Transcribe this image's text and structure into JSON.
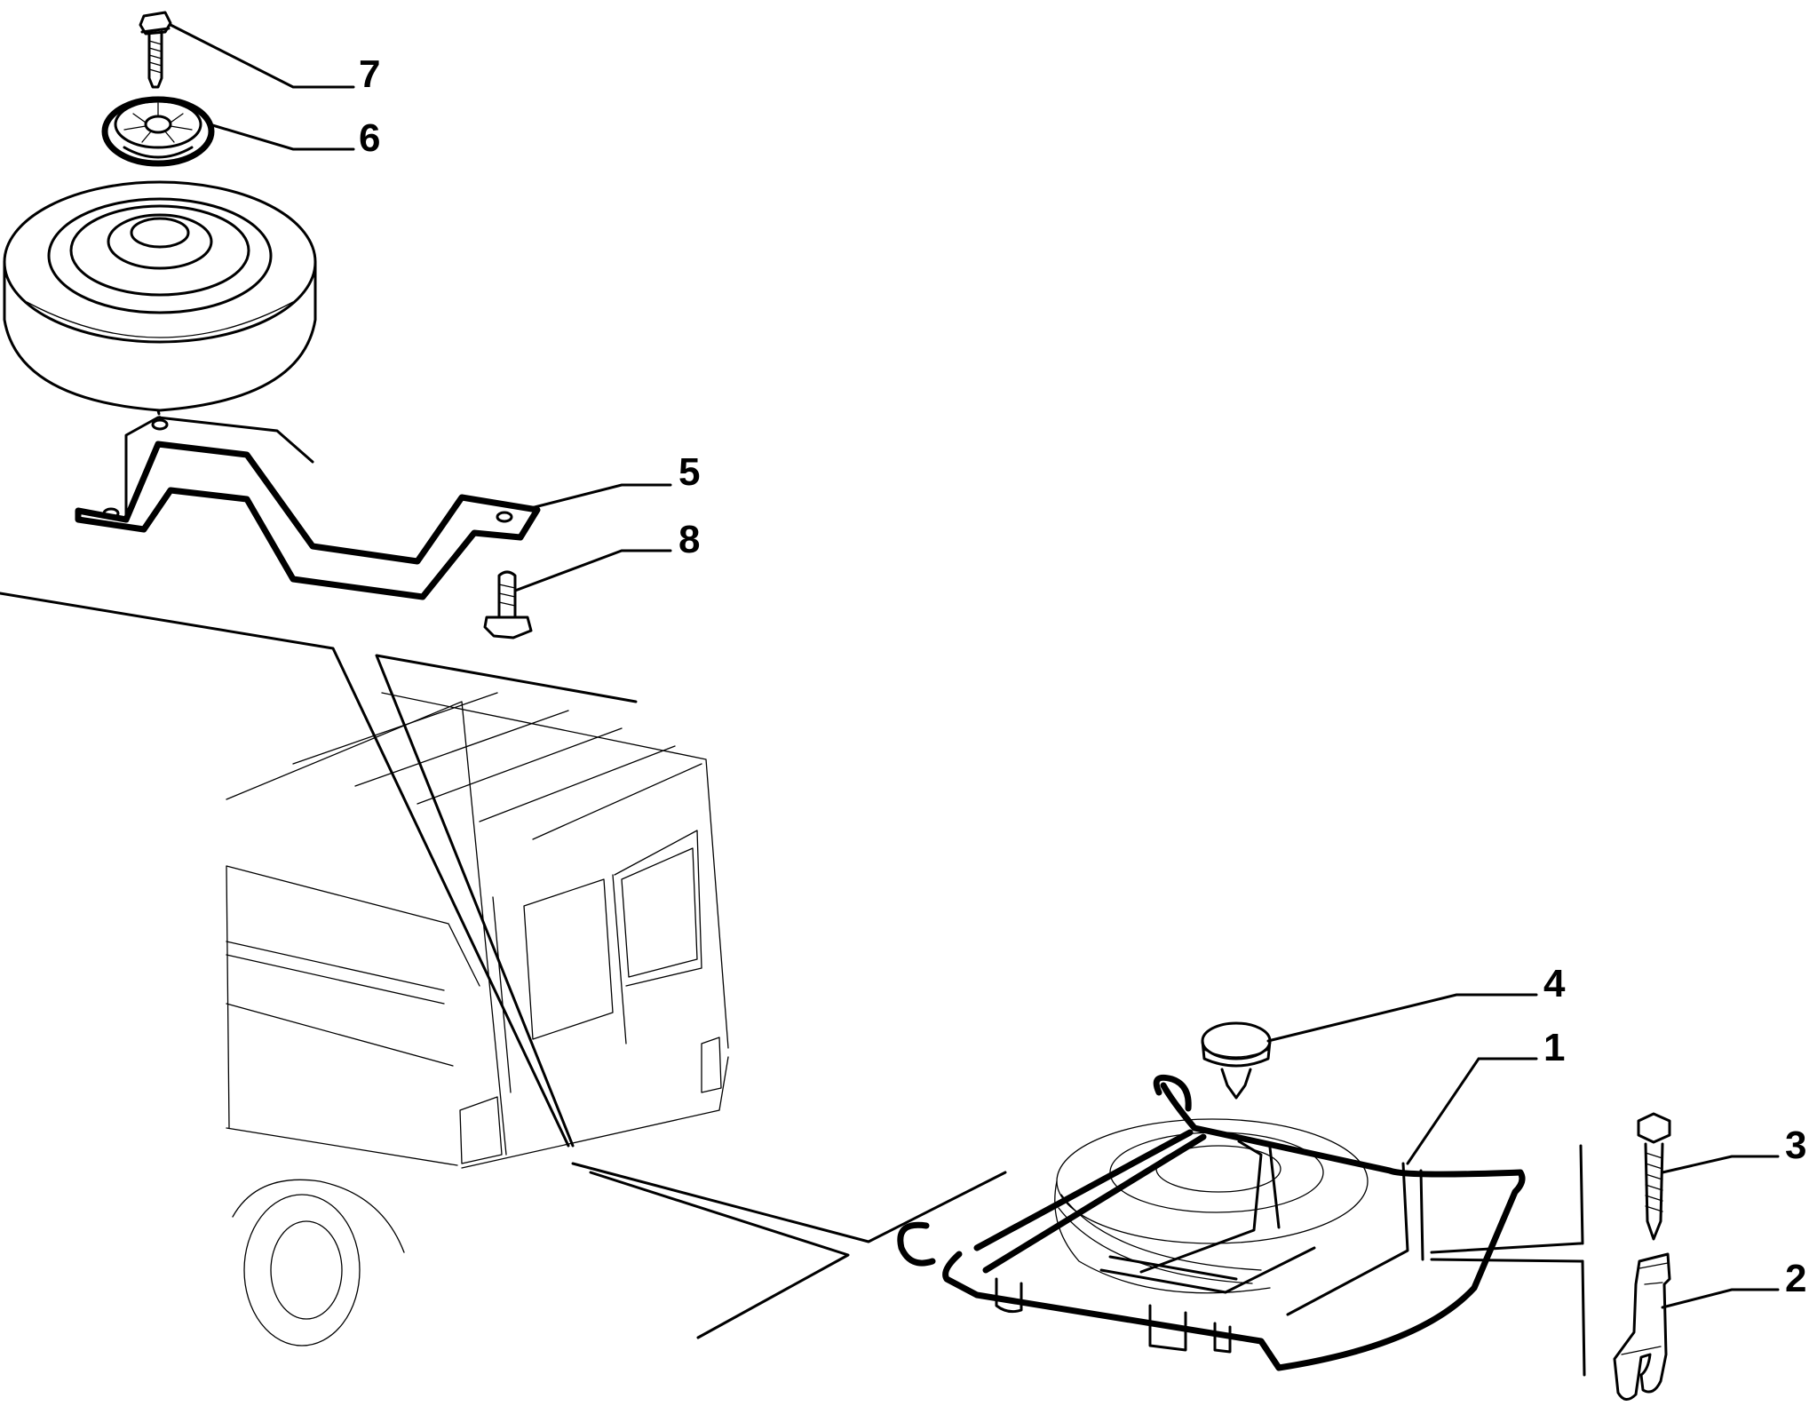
{
  "diagram": {
    "callouts": [
      {
        "id": "7",
        "label": "7",
        "part": "screw"
      },
      {
        "id": "6",
        "label": "6",
        "part": "retaining-knob"
      },
      {
        "id": "5",
        "label": "5",
        "part": "spare-wheel-bracket"
      },
      {
        "id": "8",
        "label": "8",
        "part": "bolt"
      },
      {
        "id": "4",
        "label": "4",
        "part": "plug"
      },
      {
        "id": "1",
        "label": "1",
        "part": "spare-wheel-cradle"
      },
      {
        "id": "3",
        "label": "3",
        "part": "screw"
      },
      {
        "id": "2",
        "label": "2",
        "part": "hook"
      }
    ],
    "colors": {
      "line": "#000000",
      "background": "#ffffff"
    }
  }
}
